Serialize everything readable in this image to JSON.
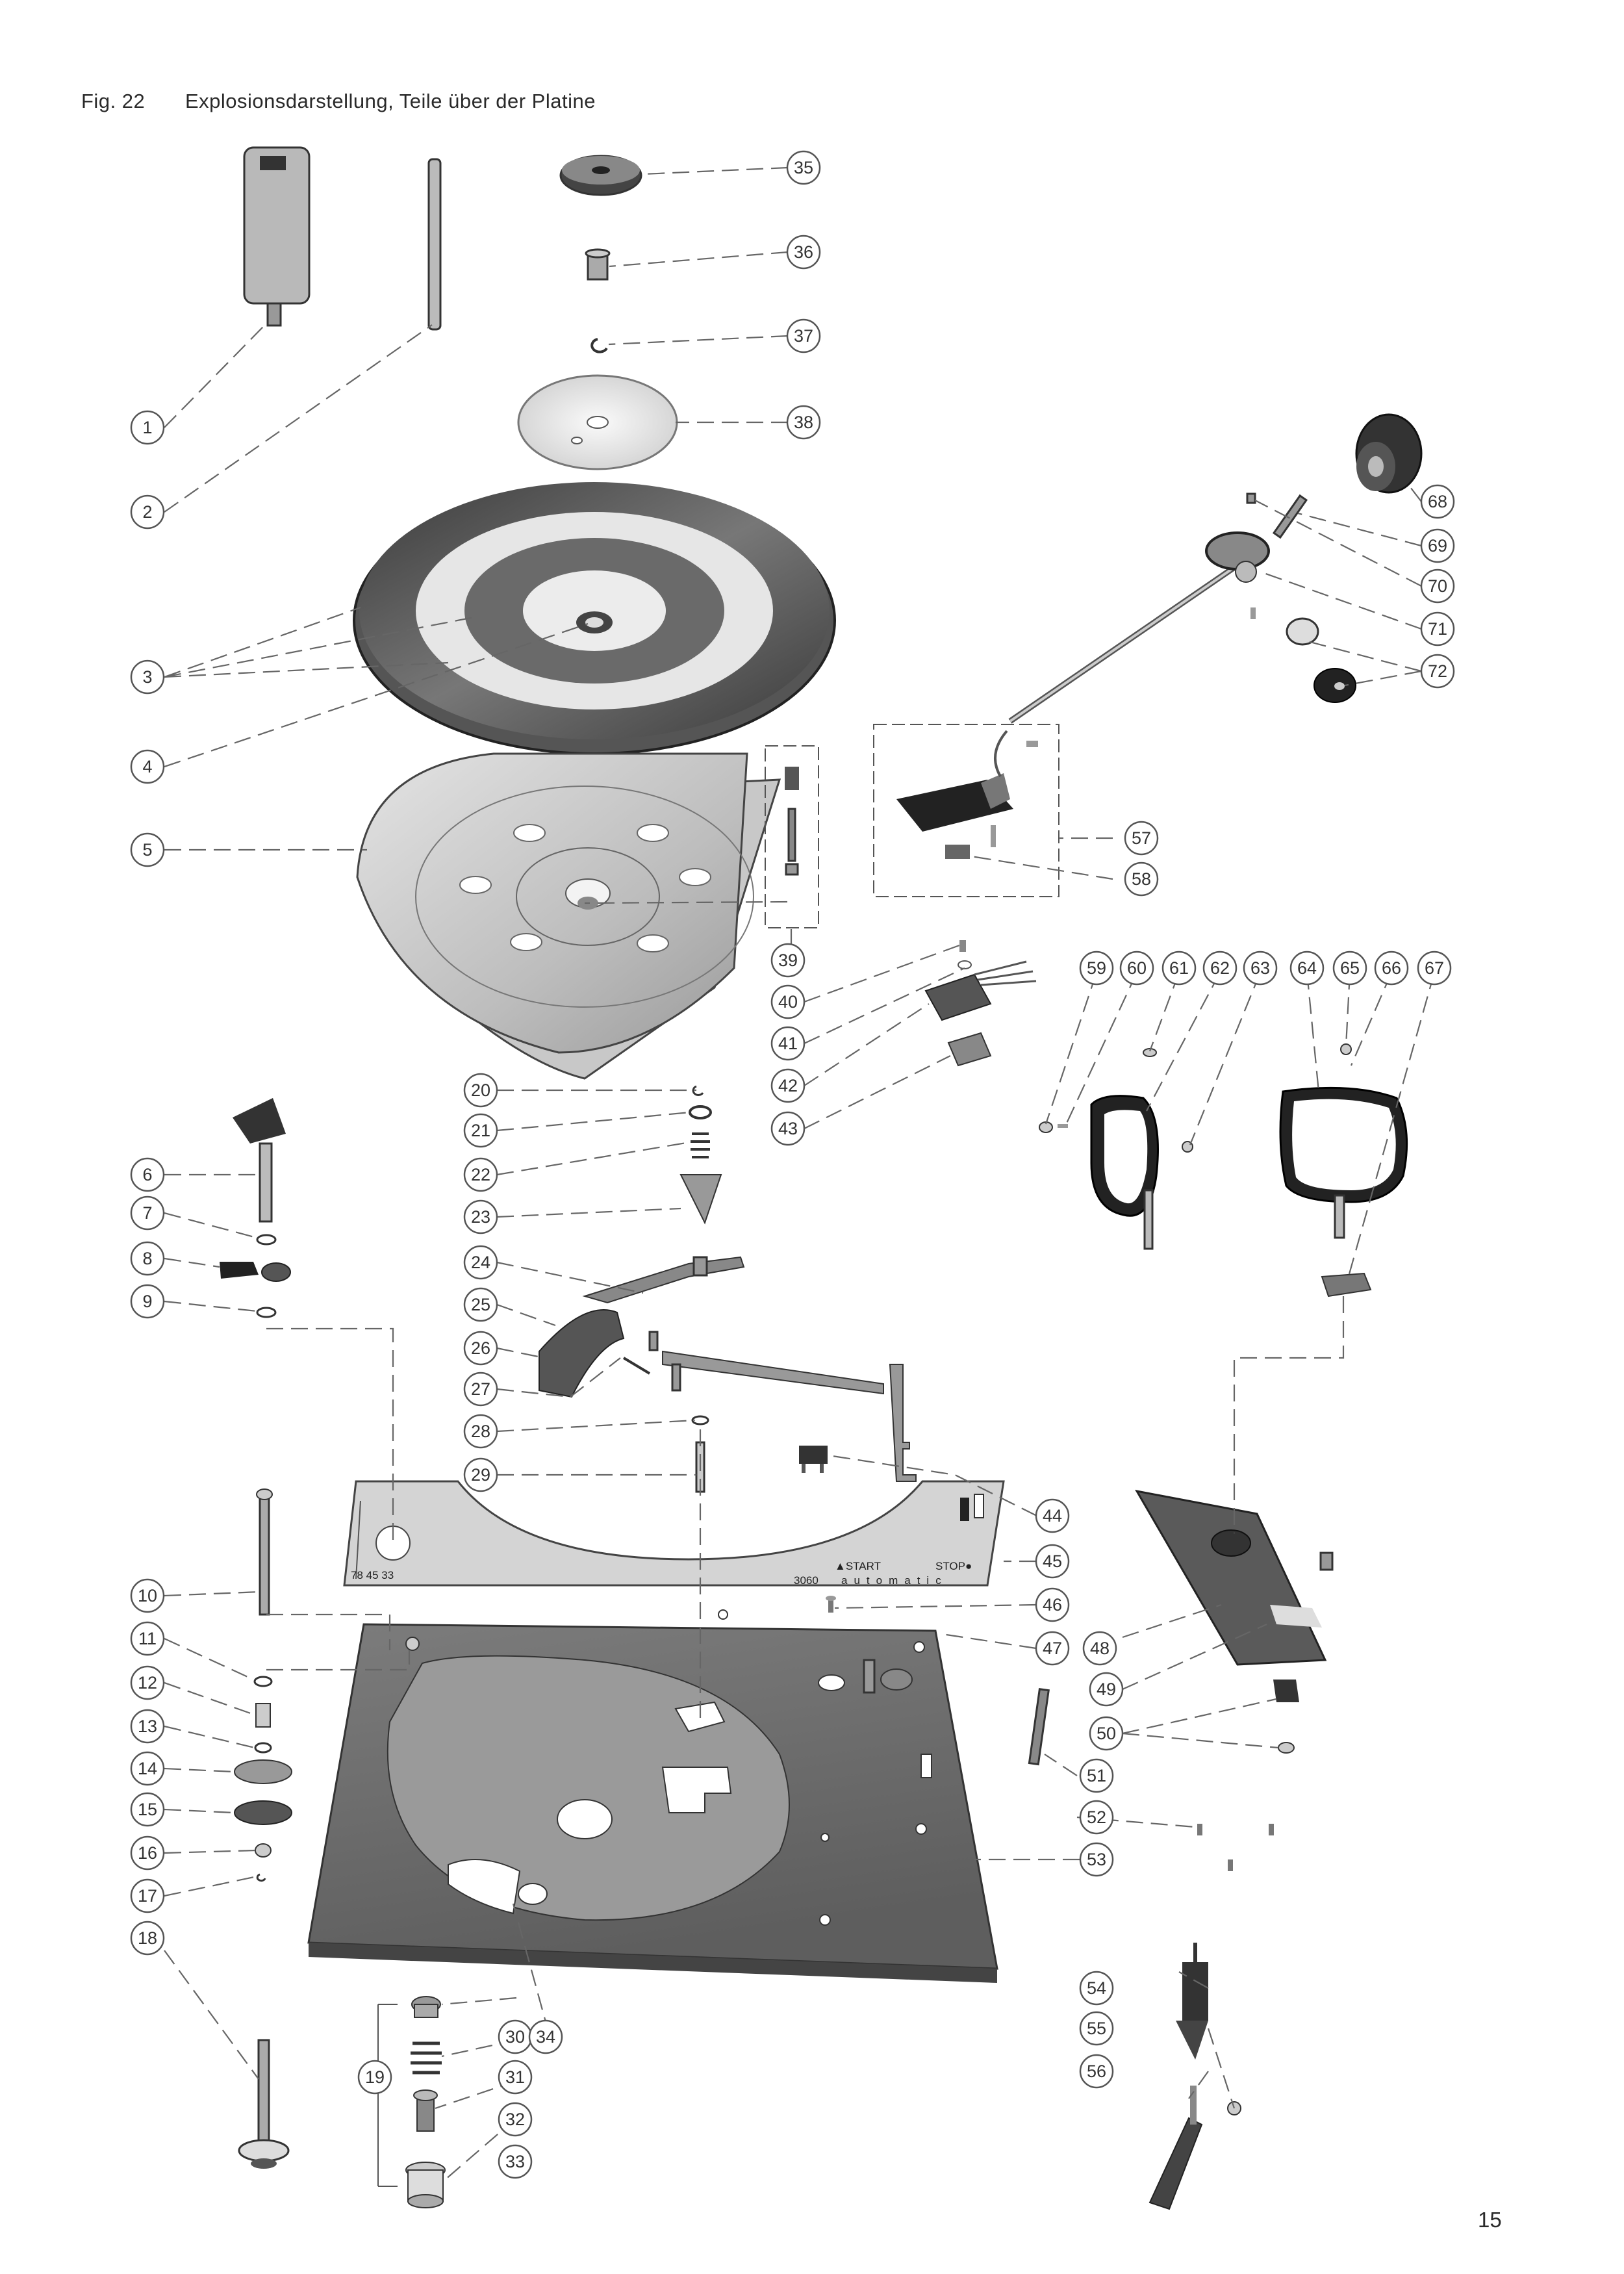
{
  "figure": {
    "number": "Fig. 22",
    "caption": "Explosionsdarstellung, Teile über der Platine"
  },
  "page_number": "15",
  "plate_markings": {
    "speeds": "78   45   33",
    "start": "▲START",
    "stop": "STOP●",
    "model": "3060",
    "brand": "automatic"
  },
  "callouts": [
    {
      "label": "1"
    },
    {
      "label": "2"
    },
    {
      "label": "3"
    },
    {
      "label": "4"
    },
    {
      "label": "5"
    },
    {
      "label": "6"
    },
    {
      "label": "7"
    },
    {
      "label": "8"
    },
    {
      "label": "9"
    },
    {
      "label": "10"
    },
    {
      "label": "11"
    },
    {
      "label": "12"
    },
    {
      "label": "13"
    },
    {
      "label": "14"
    },
    {
      "label": "15"
    },
    {
      "label": "16"
    },
    {
      "label": "17"
    },
    {
      "label": "18"
    },
    {
      "label": "19"
    },
    {
      "label": "20"
    },
    {
      "label": "21"
    },
    {
      "label": "22"
    },
    {
      "label": "23"
    },
    {
      "label": "24"
    },
    {
      "label": "25"
    },
    {
      "label": "26"
    },
    {
      "label": "27"
    },
    {
      "label": "28"
    },
    {
      "label": "29"
    },
    {
      "label": "30"
    },
    {
      "label": "31"
    },
    {
      "label": "32"
    },
    {
      "label": "33"
    },
    {
      "label": "34"
    },
    {
      "label": "35"
    },
    {
      "label": "36"
    },
    {
      "label": "37"
    },
    {
      "label": "38"
    },
    {
      "label": "39"
    },
    {
      "label": "40"
    },
    {
      "label": "41"
    },
    {
      "label": "42"
    },
    {
      "label": "43"
    },
    {
      "label": "44"
    },
    {
      "label": "45"
    },
    {
      "label": "46"
    },
    {
      "label": "47"
    },
    {
      "label": "48"
    },
    {
      "label": "49"
    },
    {
      "label": "50"
    },
    {
      "label": "51"
    },
    {
      "label": "52"
    },
    {
      "label": "53"
    },
    {
      "label": "54"
    },
    {
      "label": "55"
    },
    {
      "label": "56"
    },
    {
      "label": "57"
    },
    {
      "label": "58"
    },
    {
      "label": "59"
    },
    {
      "label": "60"
    },
    {
      "label": "61"
    },
    {
      "label": "62"
    },
    {
      "label": "63"
    },
    {
      "label": "64"
    },
    {
      "label": "65"
    },
    {
      "label": "66"
    },
    {
      "label": "67"
    },
    {
      "label": "68"
    },
    {
      "label": "69"
    },
    {
      "label": "70"
    },
    {
      "label": "71"
    },
    {
      "label": "72"
    }
  ]
}
